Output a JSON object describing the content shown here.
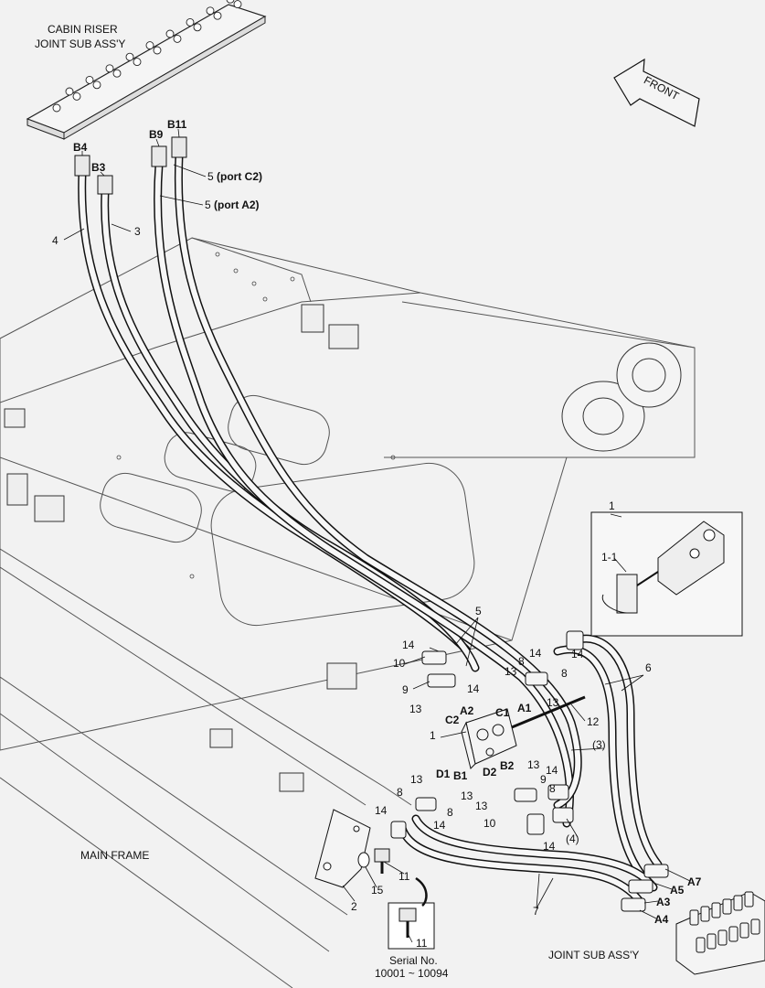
{
  "titles": {
    "cabin_riser": [
      "CABIN RISER",
      "JOINT SUB ASS'Y"
    ],
    "main_frame": "MAIN FRAME",
    "joint_sub": "JOINT SUB ASS'Y",
    "front": "FRONT",
    "serial": [
      "Serial No.",
      "10001 ~ 10094"
    ]
  },
  "port_labels": {
    "B4": "B4",
    "B3": "B3",
    "B9": "B9",
    "B11": "B11",
    "A2": "A2",
    "C1": "C1",
    "A1": "A1",
    "C2": "C2",
    "D1": "D1",
    "B1": "B1",
    "D2": "D2",
    "B2": "B2",
    "A7": "A7",
    "A5": "A5",
    "A3": "A3",
    "A4": "A4"
  },
  "callouts": {
    "p5_c2_num": "5",
    "p5_c2_port": "(port C2)",
    "p5_a2_num": "5",
    "p5_a2_port": "(port A2)",
    "n4": "4",
    "n3": "3",
    "n5": "5",
    "n6": "6",
    "n7": "7",
    "n1": "1",
    "n2": "2",
    "n12": "12",
    "n15": "15",
    "n11": "11",
    "n11b": "11",
    "p3": "(3)",
    "p4": "(4)",
    "inset_1": "1",
    "inset_11": "1-1",
    "n14a": "14",
    "n10a": "10",
    "n9a": "9",
    "n13a": "13",
    "n14b": "14",
    "n8a": "8",
    "n14c": "14",
    "n13b": "13",
    "n8b": "8",
    "n14d": "14",
    "n13c": "13",
    "n8c": "8",
    "n13d": "13",
    "n14e": "14",
    "n8d": "8",
    "n14f": "14",
    "n13e": "13",
    "n13f": "13",
    "n9b": "9",
    "n14g": "14",
    "n8e": "8",
    "n10b": "10",
    "n14h": "14"
  }
}
